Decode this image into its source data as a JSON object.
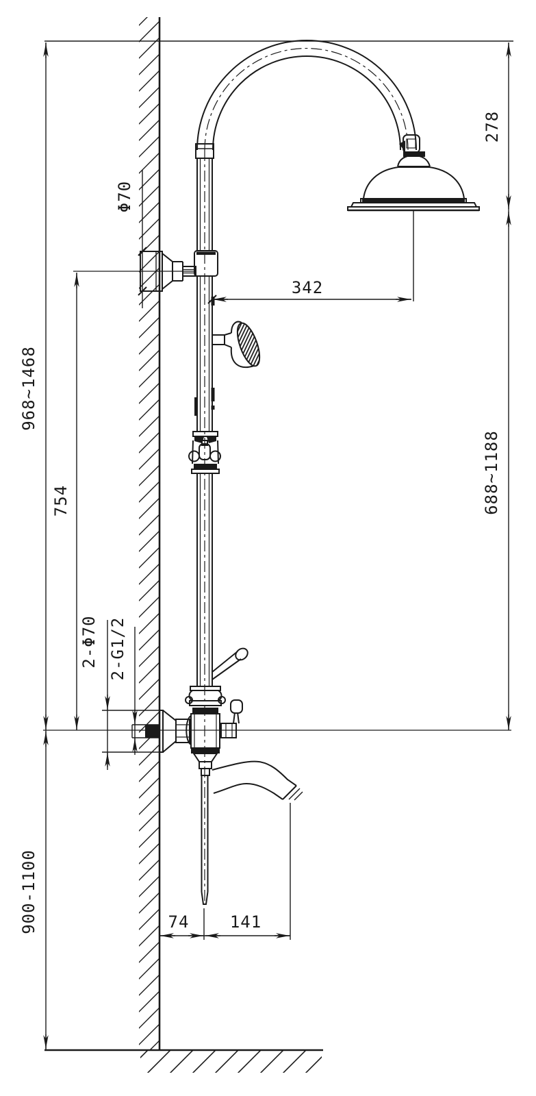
{
  "drawing": {
    "title": "shower-column-installation-dimension-drawing",
    "line_color": "#1a1a1a",
    "background": "#ffffff",
    "units": "mm",
    "dimensions": {
      "overall_height_range": "968~1468",
      "bracket_to_valve_center": "754",
      "top_escutcheon_diameter": "Φ70",
      "escutcheon_pair_diameter": "2-Φ70",
      "inlet_thread_pair": "2-G1/2",
      "valve_mount_height_range": "900-1100",
      "head_drop_height": "278",
      "pipe_to_head_center": "342",
      "head_rim_to_valve_range": "688~1188",
      "wall_to_pipe_center": "74",
      "pipe_center_to_spout_tip": "141"
    }
  }
}
